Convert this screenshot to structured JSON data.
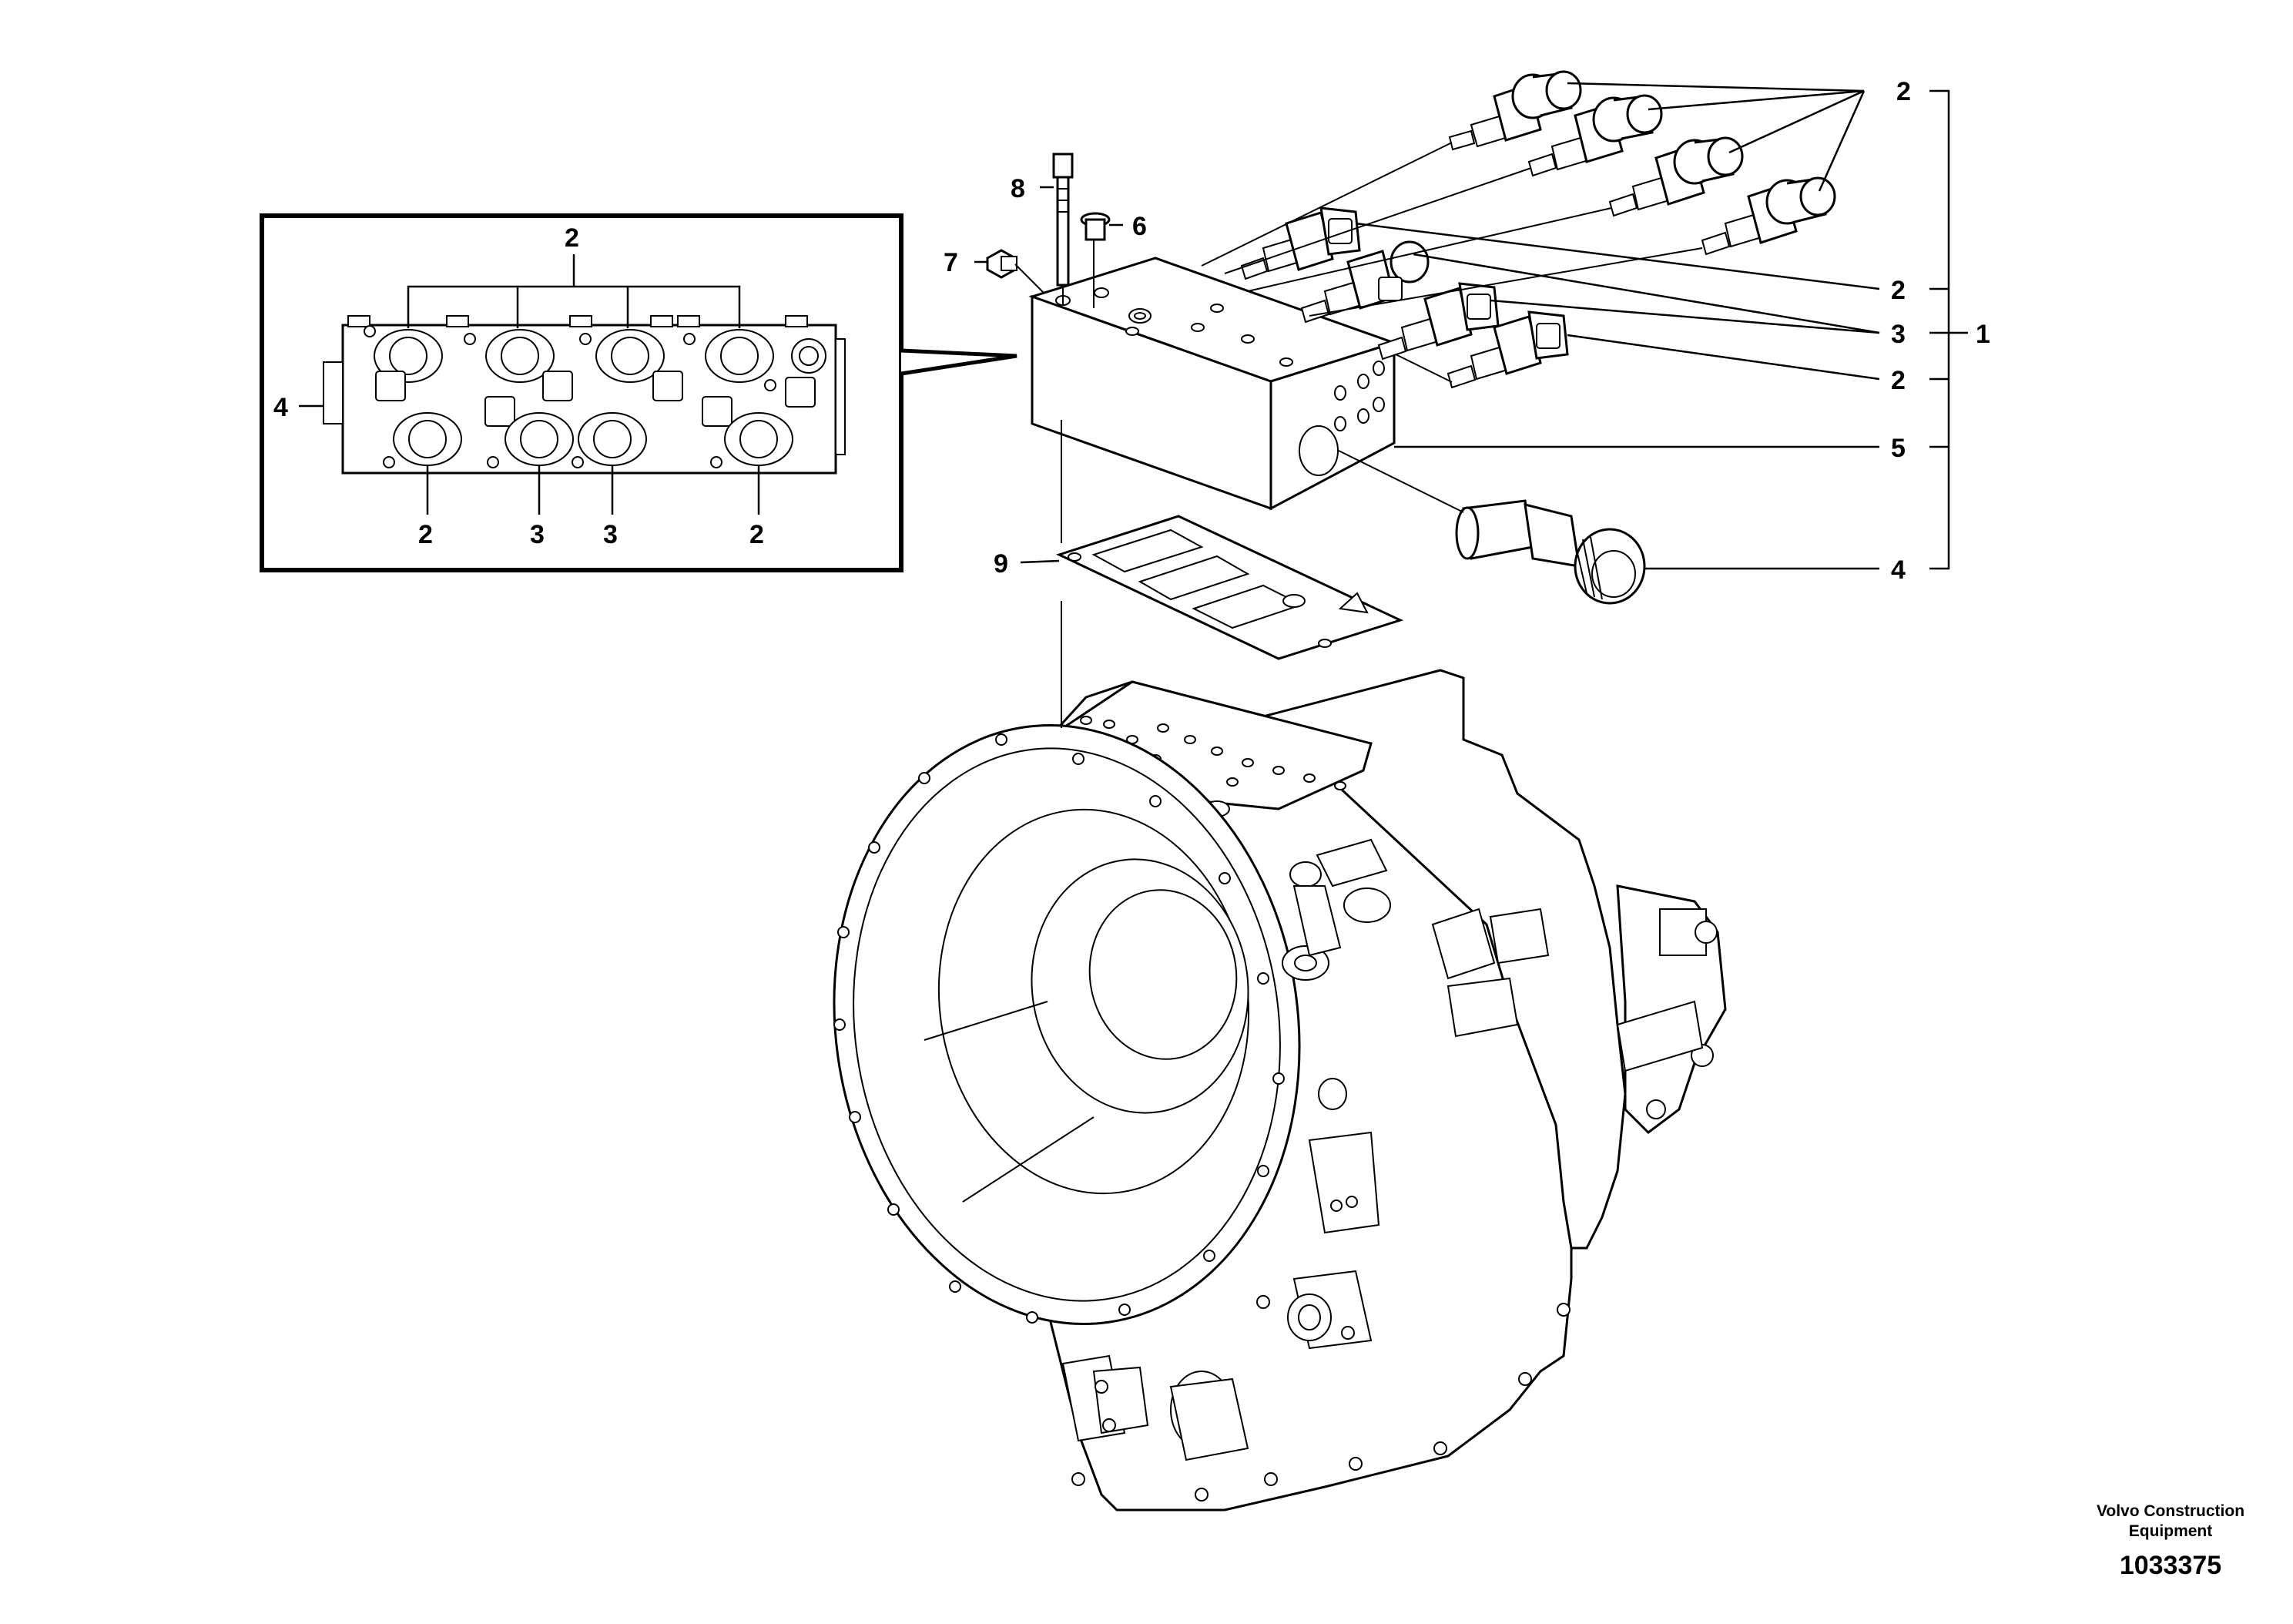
{
  "callouts": {
    "main": {
      "label_1": "1",
      "label_2_top": "2",
      "label_2_mid": "2",
      "label_3": "3",
      "label_2_low": "2",
      "label_5": "5",
      "label_4": "4",
      "label_6": "6",
      "label_7": "7",
      "label_8": "8",
      "label_9": "9"
    },
    "inset": {
      "label_2_top": "2",
      "label_4": "4",
      "label_2_bottom_left": "2",
      "label_3_bottom_a": "3",
      "label_3_bottom_b": "3",
      "label_2_bottom_right": "2"
    }
  },
  "footer": {
    "company_line_1": "Volvo Construction",
    "company_line_2": "Equipment",
    "drawing_number": "1033375"
  }
}
